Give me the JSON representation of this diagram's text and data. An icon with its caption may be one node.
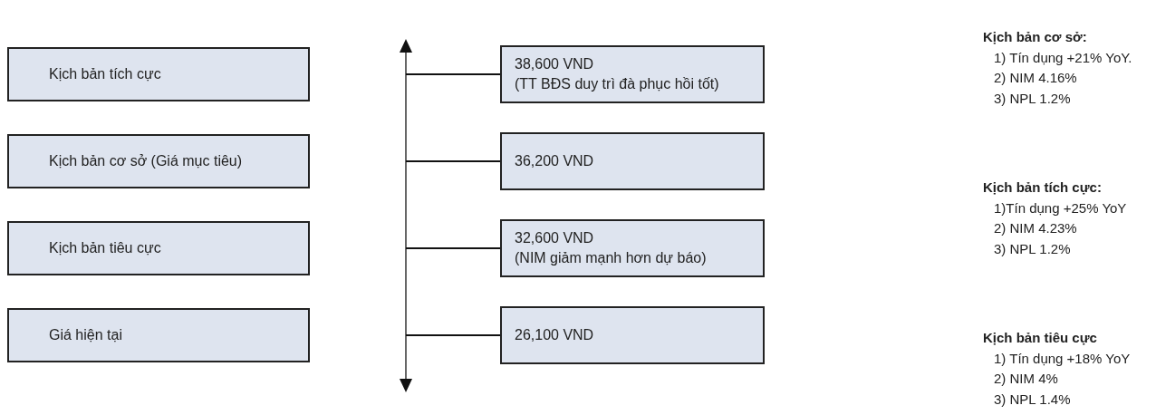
{
  "diagram": {
    "nodes": [
      {
        "text": [
          "Kịch bản tích cực"
        ]
      },
      {
        "text": [
          "Kịch bản cơ sở (Giá mục tiêu)"
        ]
      },
      {
        "text": [
          "Kịch bản tiêu cực"
        ]
      },
      {
        "text": [
          "Giá hiện tại"
        ]
      },
      {
        "text": [
          "38,600 VND",
          "(TT BĐS duy trì đà phục hồi tốt)"
        ]
      },
      {
        "text": [
          "36,200 VND"
        ]
      },
      {
        "text": [
          "32,600 VND",
          "(NIM giảm mạnh hơn dự báo)"
        ]
      },
      {
        "text": [
          "26,100 VND"
        ]
      }
    ],
    "edges": [
      {
        "from": null,
        "to": 4,
        "arrow": "none"
      },
      {
        "from": null,
        "to": 5,
        "arrow": "none"
      },
      {
        "from": null,
        "to": 6,
        "arrow": "none"
      },
      {
        "from": null,
        "to": 7,
        "arrow": "none"
      }
    ],
    "labels": [
      "Kịch bản cơ sở:",
      "1) Tín dụng +21% YoY.",
      "2) NIM 4.16%",
      "3) NPL 1.2%",
      "Kịch bản tích cực:",
      "1)Tín dụng +25% YoY",
      "2) NIM 4.23%",
      "3) NPL 1.2%",
      "Kịch bản tiêu cực",
      "1) Tín dụng +18% YoY",
      "2) NIM 4%",
      "3) NPL 1.4%"
    ]
  }
}
